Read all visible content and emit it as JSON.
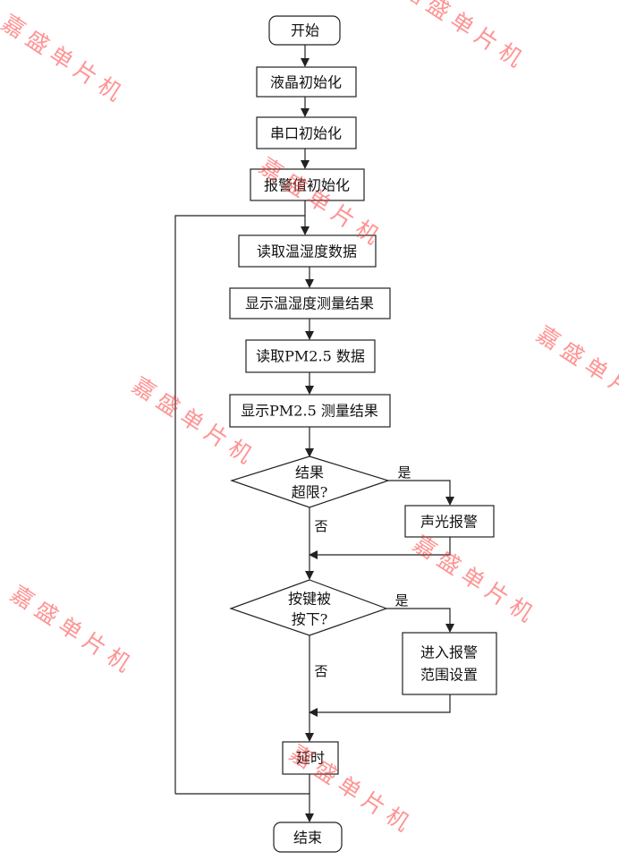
{
  "flowchart": {
    "start": "开始",
    "init_lcd": "液晶初始化",
    "init_uart": "串口初始化",
    "init_alarm": "报警值初始化",
    "read_th": "读取温湿度数据",
    "show_th": "显示温湿度测量结果",
    "read_pm": "读取PM2.5 数据",
    "show_pm": "显示PM2.5 测量结果",
    "decision_limit": [
      "结果",
      "超限?"
    ],
    "sound_light_alarm": "声光报警",
    "decision_key": [
      "按键被",
      "按下?"
    ],
    "enter_alarm_range": [
      "进入报警",
      "范围设置"
    ],
    "delay": "延时",
    "end": "结束",
    "yes_label": "是",
    "no_label": "否"
  },
  "watermark": {
    "text": "嘉盛单片机",
    "color": "#ff3b3b"
  }
}
